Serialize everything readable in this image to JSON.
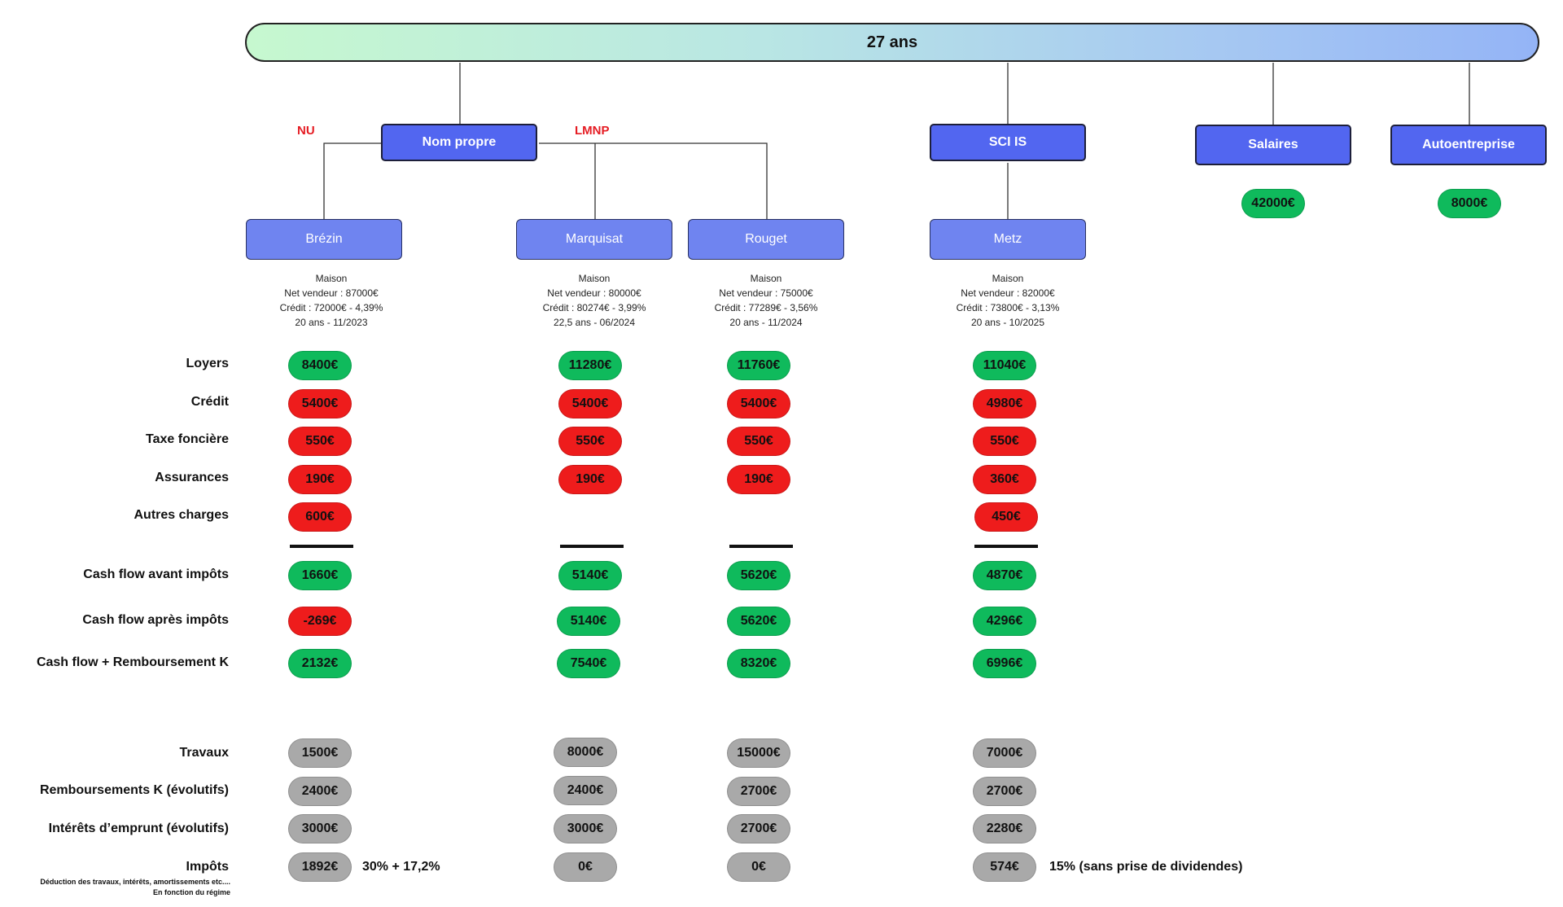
{
  "banner": "27 ans",
  "regimes": {
    "nu": "NU",
    "lmnp": "LMNP"
  },
  "entities": {
    "nom_propre": "Nom propre",
    "sci_is": "SCI IS",
    "salaires": "Salaires",
    "autoentreprise": "Autoentreprise"
  },
  "income": {
    "salaires": "42000€",
    "autoentreprise": "8000€"
  },
  "properties": [
    {
      "name": "Brézin",
      "type": "Maison",
      "net_vendeur": "Net vendeur : 87000€",
      "credit": "Crédit : 72000€ - 4,39%",
      "duree": "20 ans - 11/2023"
    },
    {
      "name": "Marquisat",
      "type": "Maison",
      "net_vendeur": "Net vendeur : 80000€",
      "credit": "Crédit : 80274€ - 3,99%",
      "duree": "22,5 ans - 06/2024"
    },
    {
      "name": "Rouget",
      "type": "Maison",
      "net_vendeur": "Net vendeur : 75000€",
      "credit": "Crédit : 77289€ - 3,56%",
      "duree": "20 ans - 11/2024"
    },
    {
      "name": "Metz",
      "type": "Maison",
      "net_vendeur": "Net vendeur : 82000€",
      "credit": "Crédit : 73800€ - 3,13%",
      "duree": "20 ans - 10/2025"
    }
  ],
  "labels": {
    "loyers": "Loyers",
    "credit": "Crédit",
    "taxe": "Taxe foncière",
    "assurances": "Assurances",
    "autres": "Autres charges",
    "cf_avant": "Cash flow avant impôts",
    "cf_apres": "Cash flow après impôts",
    "cf_remb": "Cash flow  + Remboursement K",
    "travaux": "Travaux",
    "remb": "Remboursements K (évolutifs)",
    "interets": "Intérêts d’emprunt (évolutifs)",
    "impots": "Impôts"
  },
  "values": {
    "brezin": {
      "loyers": "8400€",
      "credit": "5400€",
      "taxe": "550€",
      "assurances": "190€",
      "autres": "600€",
      "cf_avant": "1660€",
      "cf_apres": "-269€",
      "cf_remb": "2132€",
      "travaux": "1500€",
      "remb": "2400€",
      "interets": "3000€",
      "impots": "1892€"
    },
    "marquisat": {
      "loyers": "11280€",
      "credit": "5400€",
      "taxe": "550€",
      "assurances": "190€",
      "cf_avant": "5140€",
      "cf_apres": "5140€",
      "cf_remb": "7540€",
      "travaux": "8000€",
      "remb": "2400€",
      "interets": "3000€",
      "impots": "0€"
    },
    "rouget": {
      "loyers": "11760€",
      "credit": "5400€",
      "taxe": "550€",
      "assurances": "190€",
      "cf_avant": "5620€",
      "cf_apres": "5620€",
      "cf_remb": "8320€",
      "travaux": "15000€",
      "remb": "2700€",
      "interets": "2700€",
      "impots": "0€"
    },
    "metz": {
      "loyers": "11040€",
      "credit": "4980€",
      "taxe": "550€",
      "assurances": "360€",
      "autres": "450€",
      "cf_avant": "4870€",
      "cf_apres": "4296€",
      "cf_remb": "6996€",
      "travaux": "7000€",
      "remb": "2700€",
      "interets": "2280€",
      "impots": "574€"
    }
  },
  "notes": {
    "brezin_tax": "30% + 17,2%",
    "metz_tax": "15% (sans prise de dividendes)",
    "footnote_1": "Déduction des travaux, intérêts, amortissements etc....",
    "footnote_2": "En fonction du régime"
  },
  "colors": {
    "positive": "#0fba5c",
    "negative": "#ee1c1c",
    "neutral": "#a9a9a9",
    "entity": "#5266f0",
    "property": "#6f84f0",
    "regime": "#e51c23"
  }
}
